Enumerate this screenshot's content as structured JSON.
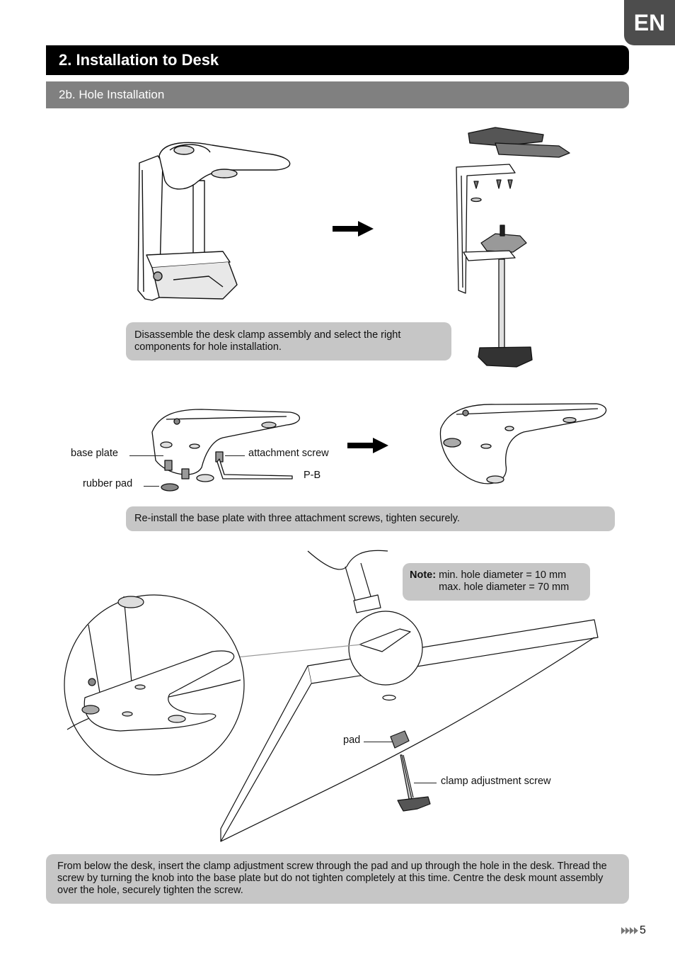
{
  "lang_tab": "EN",
  "header": {
    "section_title": "2. Installation to Desk",
    "subsection_title": "2b. Hole Installation"
  },
  "step1": {
    "instruction": "Disassemble the desk clamp assembly and select the right components for hole installation."
  },
  "step2": {
    "labels": {
      "base_plate": "base plate",
      "attachment_screw": "attachment screw",
      "rubber_pad": "rubber pad",
      "p_b": "P-B"
    },
    "instruction": "Re-install the base plate with three attachment screws, tighten securely."
  },
  "step3": {
    "note": {
      "label": "Note:",
      "line1": "min. hole diameter = 10 mm",
      "line2": "max. hole diameter = 70 mm"
    },
    "labels": {
      "pad": "pad",
      "clamp_adjustment_screw": "clamp adjustment screw"
    },
    "instruction": "From below the desk, insert the clamp adjustment screw through the pad and up through the hole in the desk. Thread the screw by turning the knob into the base plate but do not tighten completely at this time. Centre the desk mount assembly over the hole, securely tighten the screw."
  },
  "footer": {
    "page_number": "5",
    "arrows_icon": "page-arrows-icon"
  }
}
